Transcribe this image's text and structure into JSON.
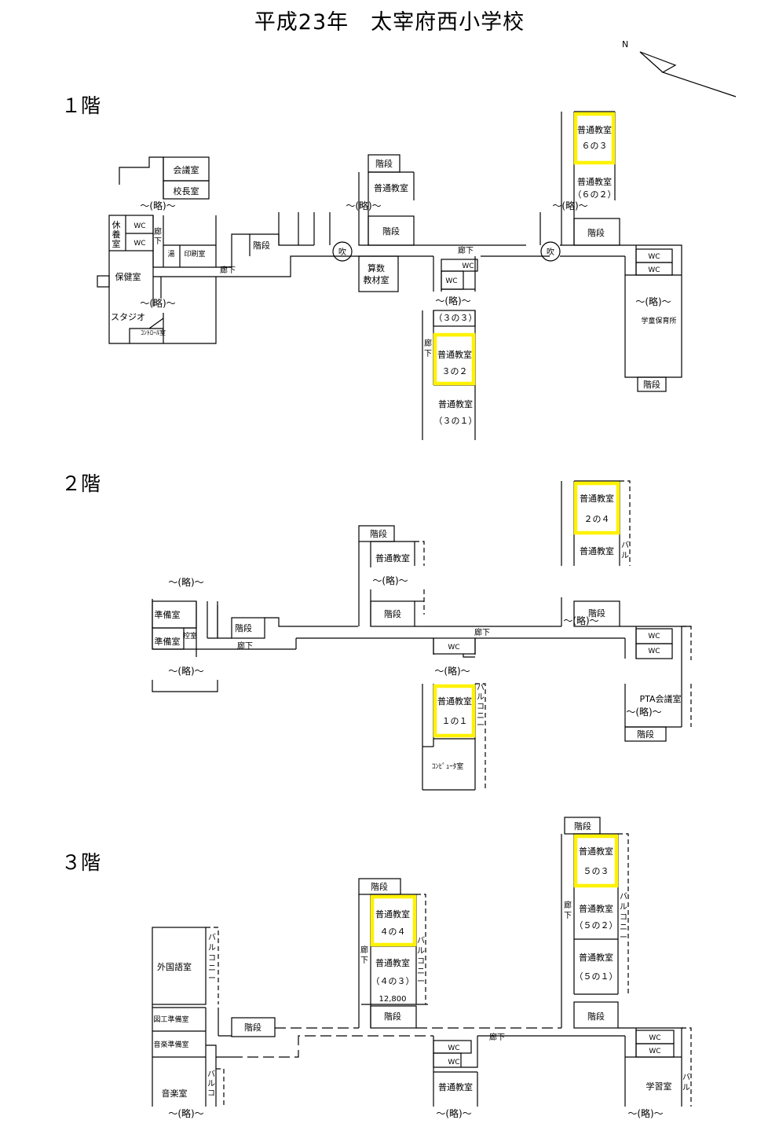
{
  "title": "平成23年　太宰府西小学校",
  "north_label": "N",
  "floors": [
    {
      "label": "１階",
      "rooms": [
        {
          "text": "会議室"
        },
        {
          "text": "校長室"
        },
        {
          "text": "休"
        },
        {
          "text": "養"
        },
        {
          "text": "室"
        },
        {
          "text": "WC"
        },
        {
          "text": "WC"
        },
        {
          "text": "廊"
        },
        {
          "text": "下"
        },
        {
          "text": "湯"
        },
        {
          "text": "印刷室"
        },
        {
          "text": "保健室"
        },
        {
          "text": "スタジオ"
        },
        {
          "text": "ｺﾝﾄﾛｰﾙ室"
        },
        {
          "text": "廊下"
        },
        {
          "text": "階段"
        },
        {
          "text": "吹"
        },
        {
          "text": "階段"
        },
        {
          "text": "普通教室"
        },
        {
          "text": "階段"
        },
        {
          "text": "算数"
        },
        {
          "text": "教材室"
        },
        {
          "text": "廊下"
        },
        {
          "text": "WC"
        },
        {
          "text": "WC"
        },
        {
          "text": "（３の３）"
        },
        {
          "text": "廊"
        },
        {
          "text": "下"
        },
        {
          "text": "普通教室"
        },
        {
          "text": "３の２"
        },
        {
          "text": "普通教室"
        },
        {
          "text": "（３の１）"
        },
        {
          "text": "吹"
        },
        {
          "text": "普通教室"
        },
        {
          "text": "６の３"
        },
        {
          "text": "普通教室"
        },
        {
          "text": "（６の２）"
        },
        {
          "text": "階段"
        },
        {
          "text": "WC"
        },
        {
          "text": "WC"
        },
        {
          "text": "学童保育所"
        },
        {
          "text": "階段"
        },
        {
          "text": "～(略)～"
        },
        {
          "text": "～(略)～"
        },
        {
          "text": "～(略)～"
        },
        {
          "text": "～(略)～"
        },
        {
          "text": "～(略)～"
        },
        {
          "text": "～(略)～"
        }
      ]
    },
    {
      "label": "２階",
      "rooms": [
        {
          "text": "～(略)～"
        },
        {
          "text": "準備室"
        },
        {
          "text": "準備室"
        },
        {
          "text": "控室"
        },
        {
          "text": "階段"
        },
        {
          "text": "廊下"
        },
        {
          "text": "～(略)～"
        },
        {
          "text": "階段"
        },
        {
          "text": "普通教室"
        },
        {
          "text": "～(略)～"
        },
        {
          "text": "階段"
        },
        {
          "text": "廊下"
        },
        {
          "text": "WC"
        },
        {
          "text": "～(略)～"
        },
        {
          "text": "普通教室"
        },
        {
          "text": "１の１"
        },
        {
          "text": "バ"
        },
        {
          "text": "ル"
        },
        {
          "text": "コ"
        },
        {
          "text": "ニ"
        },
        {
          "text": "ー"
        },
        {
          "text": "ｺﾝﾋﾟｭｰﾀ室"
        },
        {
          "text": "普通教室"
        },
        {
          "text": "２の４"
        },
        {
          "text": "普通教室"
        },
        {
          "text": "バ"
        },
        {
          "text": "ル"
        },
        {
          "text": "階段"
        },
        {
          "text": "～(略)～"
        },
        {
          "text": "WC"
        },
        {
          "text": "WC"
        },
        {
          "text": "PTA会議室"
        },
        {
          "text": "～(略)～"
        },
        {
          "text": "階段"
        }
      ]
    },
    {
      "label": "３階",
      "rooms": [
        {
          "text": "外国語室"
        },
        {
          "text": "バ"
        },
        {
          "text": "ル"
        },
        {
          "text": "コ"
        },
        {
          "text": "ニ"
        },
        {
          "text": "ー"
        },
        {
          "text": "図工準備室"
        },
        {
          "text": "音楽準備室"
        },
        {
          "text": "音楽室"
        },
        {
          "text": "バ"
        },
        {
          "text": "ル"
        },
        {
          "text": "コ"
        },
        {
          "text": "～(略)～"
        },
        {
          "text": "階段"
        },
        {
          "text": "階段"
        },
        {
          "text": "普通教室"
        },
        {
          "text": "４の４"
        },
        {
          "text": "廊"
        },
        {
          "text": "下"
        },
        {
          "text": "バ"
        },
        {
          "text": "ル"
        },
        {
          "text": "コ"
        },
        {
          "text": "ニ"
        },
        {
          "text": "ー"
        },
        {
          "text": "普通教室"
        },
        {
          "text": "（４の３）"
        },
        {
          "text": "12,800"
        },
        {
          "text": "階段"
        },
        {
          "text": "廊下"
        },
        {
          "text": "WC"
        },
        {
          "text": "WC"
        },
        {
          "text": "普通教室"
        },
        {
          "text": "～(略)～"
        },
        {
          "text": "階段"
        },
        {
          "text": "普通教室"
        },
        {
          "text": "５の３"
        },
        {
          "text": "廊"
        },
        {
          "text": "下"
        },
        {
          "text": "普通教室"
        },
        {
          "text": "（５の２）"
        },
        {
          "text": "バ"
        },
        {
          "text": "ル"
        },
        {
          "text": "コ"
        },
        {
          "text": "ニ"
        },
        {
          "text": "ー"
        },
        {
          "text": "普通教室"
        },
        {
          "text": "（５の１）"
        },
        {
          "text": "階段"
        },
        {
          "text": "WC"
        },
        {
          "text": "WC"
        },
        {
          "text": "学習室"
        },
        {
          "text": "バ"
        },
        {
          "text": "ル"
        },
        {
          "text": "～(略)～"
        }
      ]
    }
  ],
  "highlight_color": "#FFF200"
}
